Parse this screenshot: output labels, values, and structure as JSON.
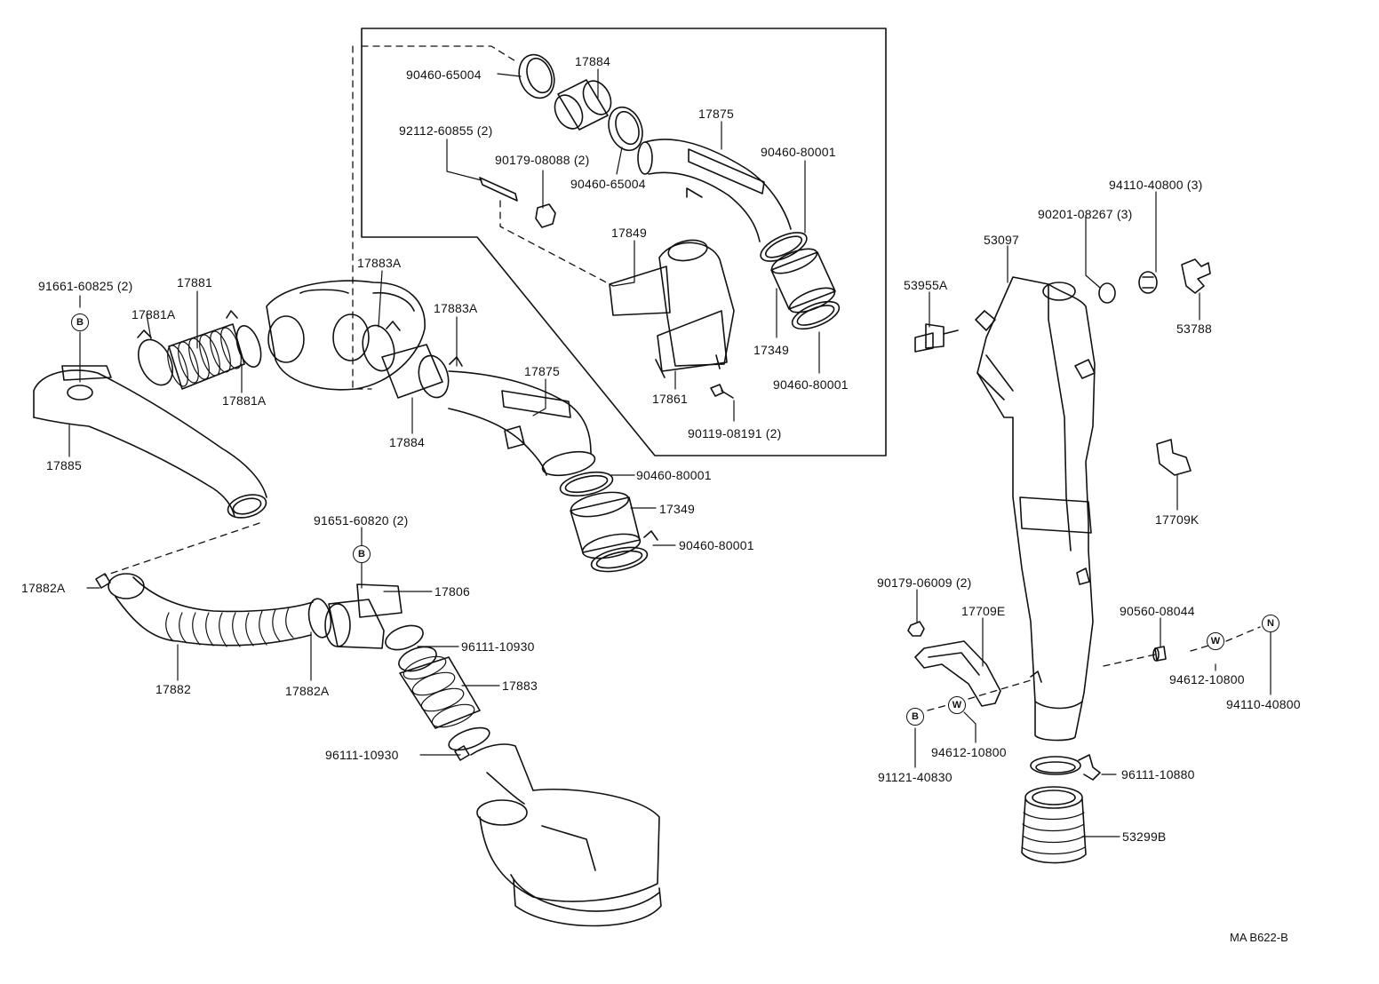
{
  "diagram_ref": "MA B622-B",
  "colors": {
    "ink": "#111111",
    "paper": "#ffffff"
  },
  "markers": {
    "b": "B",
    "w": "W",
    "n": "N"
  },
  "labels": {
    "p90460_65004_top": "90460-65004",
    "p17884_top": "17884",
    "p92112_60855": "92112-60855 (2)",
    "p17875_top": "17875",
    "p90179_08088": "90179-08088 (2)",
    "p90460_80001_top1": "90460-80001",
    "p90460_65004_mid": "90460-65004",
    "p17849": "17849",
    "p17349_top": "17349",
    "p90460_80001_top2": "90460-80001",
    "p17861": "17861",
    "p90119_08191": "90119-08191 (2)",
    "p91661_60825": "91661-60825 (2)",
    "p17881": "17881",
    "p17881a_1": "17881A",
    "p17881a_2": "17881A",
    "p17883a_1": "17883A",
    "p17883a_2": "17883A",
    "p17885": "17885",
    "p17884_mid": "17884",
    "p17875_mid": "17875",
    "p90460_80001_mid1": "90460-80001",
    "p17349_mid": "17349",
    "p90460_80001_mid2": "90460-80001",
    "p91651_60820": "91651-60820 (2)",
    "p17882a_1": "17882A",
    "p17806": "17806",
    "p96111_10930_1": "96111-10930",
    "p17883": "17883",
    "p17882": "17882",
    "p17882a_2": "17882A",
    "p96111_10930_2": "96111-10930",
    "p94110_40800_3": "94110-40800 (3)",
    "p90201_08267": "90201-08267 (3)",
    "p53097": "53097",
    "p53955a": "53955A",
    "p53788": "53788",
    "p17709k": "17709K",
    "p90179_06009": "90179-06009 (2)",
    "p17709e": "17709E",
    "p90560_08044": "90560-08044",
    "p94612_10800_r": "94612-10800",
    "p94110_40800": "94110-40800",
    "p94612_10800_l": "94612-10800",
    "p91121_40830": "91121-40830",
    "p96111_10880": "96111-10880",
    "p53299b": "53299B"
  }
}
